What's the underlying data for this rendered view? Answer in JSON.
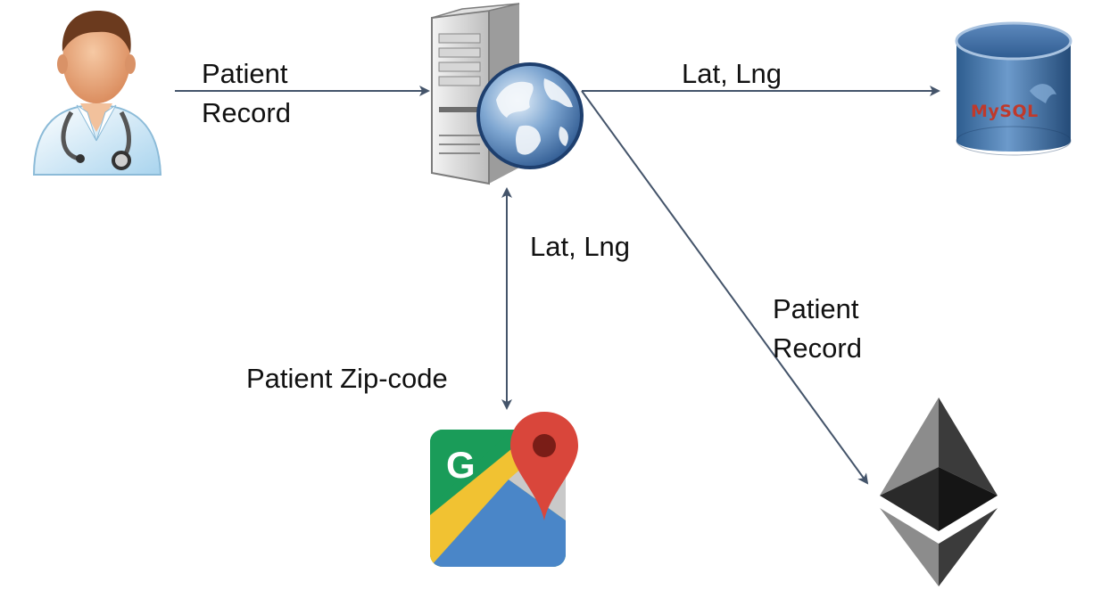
{
  "colors": {
    "arrow": "#44546a",
    "text": "#111111"
  },
  "nodes": {
    "doctor": {
      "icon": "doctor-icon"
    },
    "server": {
      "icon": "web-server-icon"
    },
    "mysql": {
      "icon": "mysql-database-icon",
      "text": "MySQL"
    },
    "maps": {
      "icon": "google-maps-icon",
      "letter": "G"
    },
    "ethereum": {
      "icon": "ethereum-icon"
    }
  },
  "edges": {
    "doctor_to_server": {
      "label_line1": "Patient",
      "label_line2": "Record"
    },
    "server_to_mysql": {
      "label": "Lat, Lng"
    },
    "server_maps": {
      "label": "Lat, Lng"
    },
    "maps_input": {
      "label": "Patient Zip-code"
    },
    "server_to_ethereum": {
      "label_line1": "Patient",
      "label_line2": "Record"
    }
  }
}
